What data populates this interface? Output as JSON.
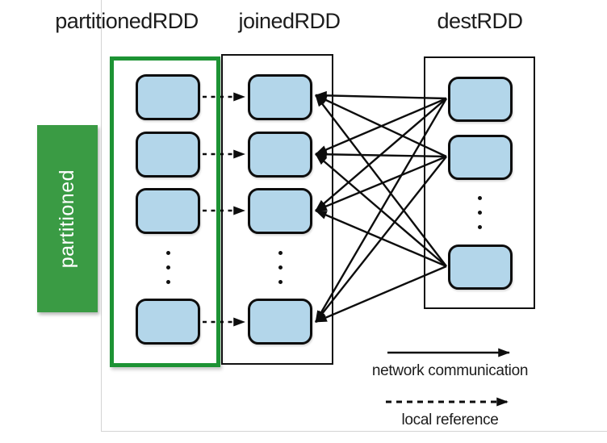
{
  "columns": {
    "partitioned": {
      "title": "partitionedRDD",
      "visible_partitions": 4,
      "ellipsis": true
    },
    "joined": {
      "title": "joinedRDD",
      "visible_partitions": 4,
      "ellipsis": true
    },
    "dest": {
      "title": "destRDD",
      "visible_partitions": 3,
      "ellipsis": true
    }
  },
  "side_label": "partitioned",
  "legend": {
    "network_label": "network communication",
    "local_label": "local reference"
  },
  "colors": {
    "box_fill": "#b3d6ea",
    "box_border": "#0d0d0d",
    "green_frame": "#1d9334",
    "green_label_bg": "#3a9b44",
    "arrow": "#0d0d0d"
  },
  "edges": {
    "local_reference": [
      [
        0,
        0
      ],
      [
        1,
        1
      ],
      [
        2,
        2
      ],
      [
        3,
        3
      ]
    ],
    "network_communication": [
      [
        0,
        0
      ],
      [
        0,
        1
      ],
      [
        0,
        2
      ],
      [
        0,
        3
      ],
      [
        1,
        0
      ],
      [
        1,
        1
      ],
      [
        1,
        2
      ],
      [
        1,
        3
      ],
      [
        2,
        0
      ],
      [
        2,
        1
      ],
      [
        2,
        2
      ],
      [
        2,
        3
      ]
    ]
  }
}
